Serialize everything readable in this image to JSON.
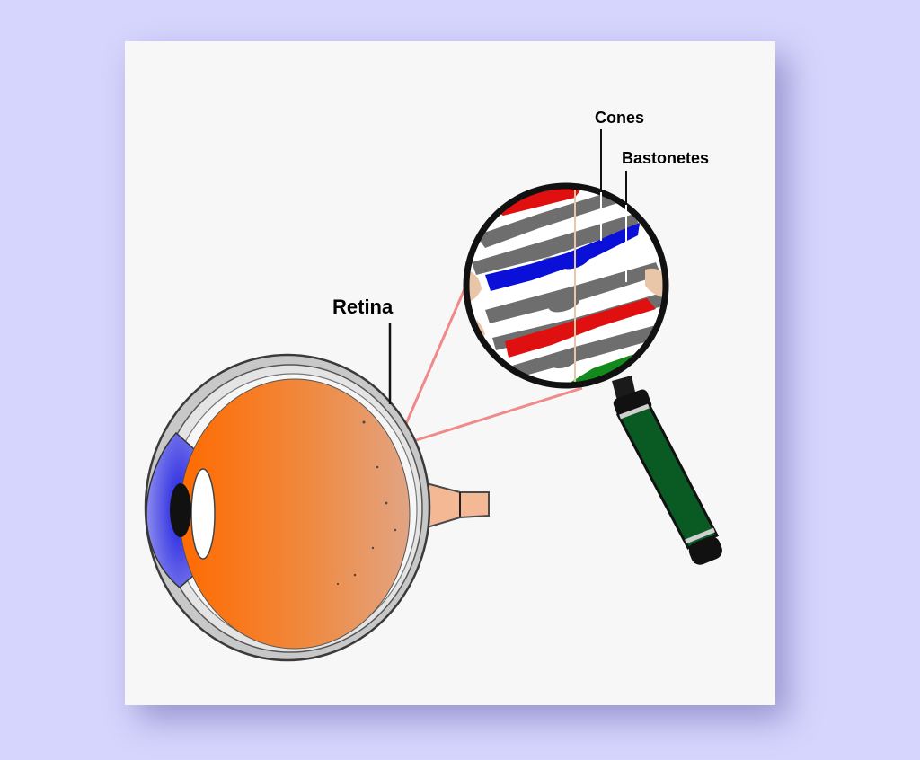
{
  "labels": {
    "retina": "Retina",
    "cones": "Cones",
    "rods": "Bastonetes"
  },
  "colors": {
    "background": "#d6d5fd",
    "card": "#f7f7f7",
    "eyeball_left": "#ff6a00",
    "eyeball_right": "#e2a483",
    "iris": "#3b3bd9",
    "handle": "#0a5a24",
    "cone_red": "#e01010",
    "cone_blue": "#0a10d8",
    "cone_green": "#138a1c",
    "rod_gray": "#6e6e6e",
    "zoom_line": "#f08a8a"
  }
}
